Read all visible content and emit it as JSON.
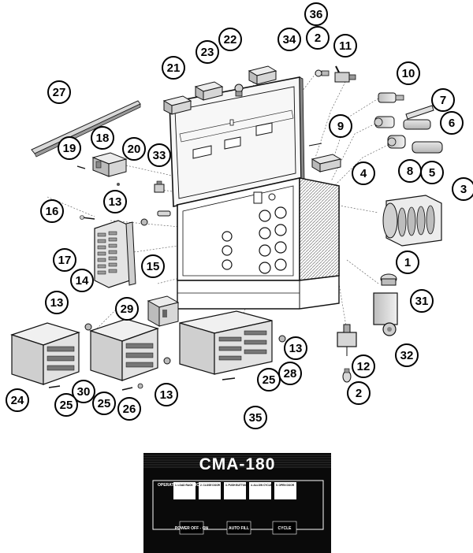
{
  "callouts": [
    {
      "num": "36"
    },
    {
      "num": "2"
    },
    {
      "num": "11"
    },
    {
      "num": "34"
    },
    {
      "num": "22"
    },
    {
      "num": "23"
    },
    {
      "num": "21"
    },
    {
      "num": "10"
    },
    {
      "num": "7"
    },
    {
      "num": "27"
    },
    {
      "num": "9"
    },
    {
      "num": "6"
    },
    {
      "num": "18"
    },
    {
      "num": "20"
    },
    {
      "num": "19"
    },
    {
      "num": "33"
    },
    {
      "num": "8"
    },
    {
      "num": "5"
    },
    {
      "num": "4"
    },
    {
      "num": "3"
    },
    {
      "num": "16"
    },
    {
      "num": "13"
    },
    {
      "num": "17"
    },
    {
      "num": "15"
    },
    {
      "num": "14"
    },
    {
      "num": "1"
    },
    {
      "num": "31"
    },
    {
      "num": "13"
    },
    {
      "num": "29"
    },
    {
      "num": "13"
    },
    {
      "num": "32"
    },
    {
      "num": "12"
    },
    {
      "num": "28"
    },
    {
      "num": "24"
    },
    {
      "num": "30"
    },
    {
      "num": "25"
    },
    {
      "num": "25"
    },
    {
      "num": "26"
    },
    {
      "num": "13"
    },
    {
      "num": "25"
    },
    {
      "num": "2"
    },
    {
      "num": "35"
    }
  ],
  "decal": {
    "title": "CMA-180",
    "step_labels": [
      "OPERATING INSTRUCTIONS",
      "1. LOAD RACK",
      "2. CLOSE DOOR",
      "3. PUSH BUTTON",
      "4. ALLOW CYCLE",
      "5. OPEN DOOR"
    ],
    "buttons": [
      {
        "label": "POWER OFF - ON"
      },
      {
        "label": "AUTO FILL"
      },
      {
        "label": "CYCLE"
      }
    ]
  }
}
